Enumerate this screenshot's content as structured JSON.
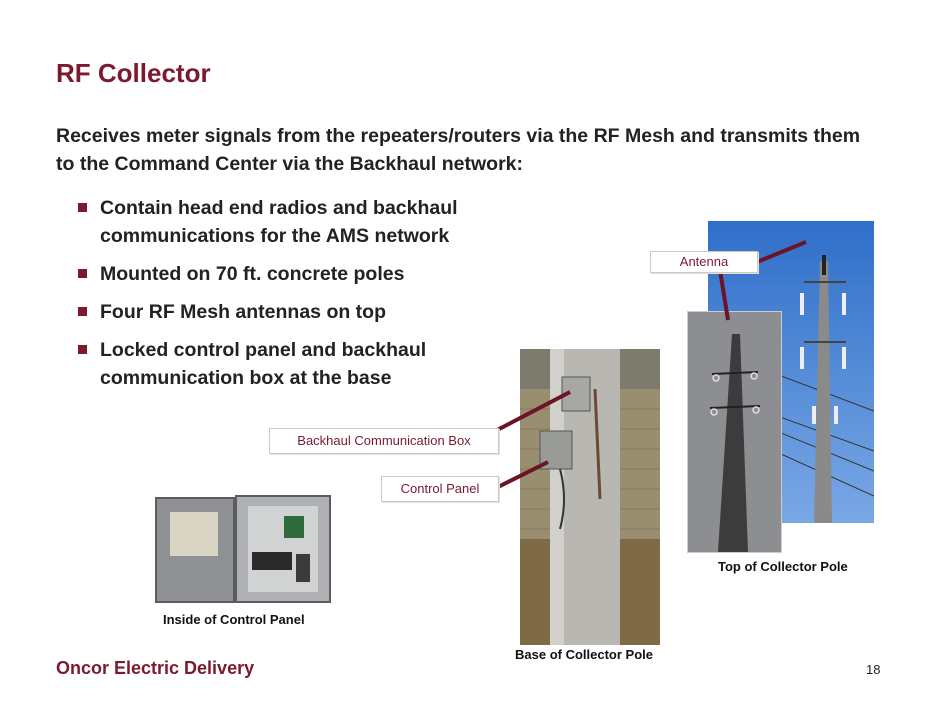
{
  "slide": {
    "title": "RF Collector",
    "intro": "Receives meter signals from the repeaters/routers via the RF Mesh and transmits them to the Command Center via the Backhaul network:",
    "bullets": [
      "Contain head end radios and backhaul communications for the AMS network",
      "Mounted on 70 ft. concrete poles",
      "Four RF Mesh antennas on top",
      "Locked control panel and backhaul communication box at the base"
    ],
    "callouts": {
      "antenna": "Antenna",
      "backhaul_box": "Backhaul Communication Box",
      "control_panel": "Control Panel"
    },
    "captions": {
      "top_of_pole": "Top of Collector Pole",
      "inside_panel": "Inside of Control Panel",
      "base_of_pole": "Base of Collector Pole"
    },
    "footer": "Oncor Electric Delivery",
    "page_number": "18"
  },
  "colors": {
    "brand": "#7b1a2f",
    "text": "#222222",
    "callout_line": "#6b1428"
  }
}
